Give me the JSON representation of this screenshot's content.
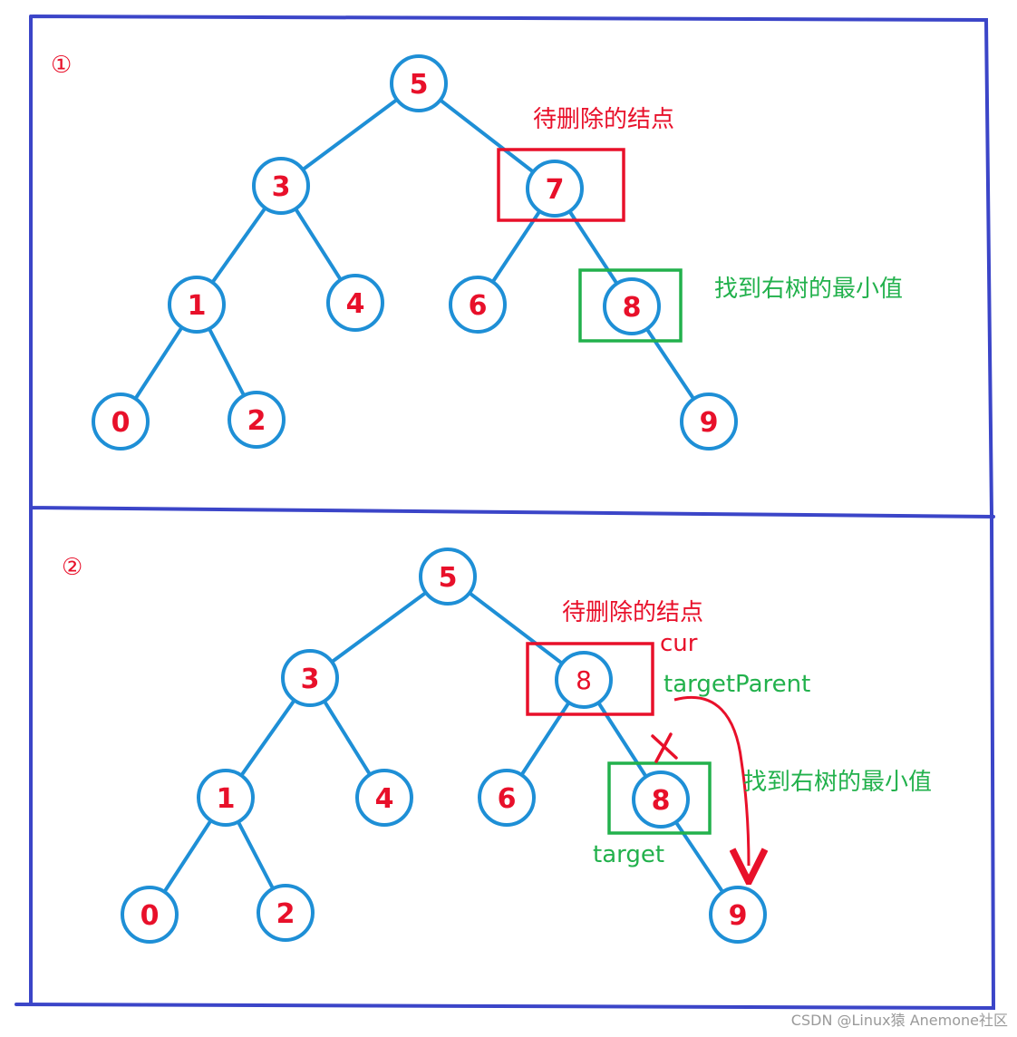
{
  "colors": {
    "frame": "#3b45c8",
    "edge": "#1e8fd6",
    "node_stroke": "#1e8fd6",
    "node_text": "#e8102a",
    "highlight_red": "#e8102a",
    "highlight_green": "#22b14c",
    "arrow": "#e8102a"
  },
  "panel1": {
    "marker": "①",
    "nodes": [
      "5",
      "3",
      "7",
      "1",
      "4",
      "6",
      "8",
      "0",
      "2",
      "9"
    ],
    "delete_label": "待删除的结点",
    "min_label": "找到右树的最小值"
  },
  "panel2": {
    "marker": "②",
    "nodes": [
      "5",
      "3",
      "8",
      "1",
      "4",
      "6",
      "8",
      "0",
      "2",
      "9"
    ],
    "delete_label": "待删除的结点",
    "cur_label": "cur",
    "target_parent_label": "targetParent",
    "min_label": "找到右树的最小值",
    "target_label": "target"
  },
  "watermark": "CSDN @Linux猿 Anemone社区"
}
